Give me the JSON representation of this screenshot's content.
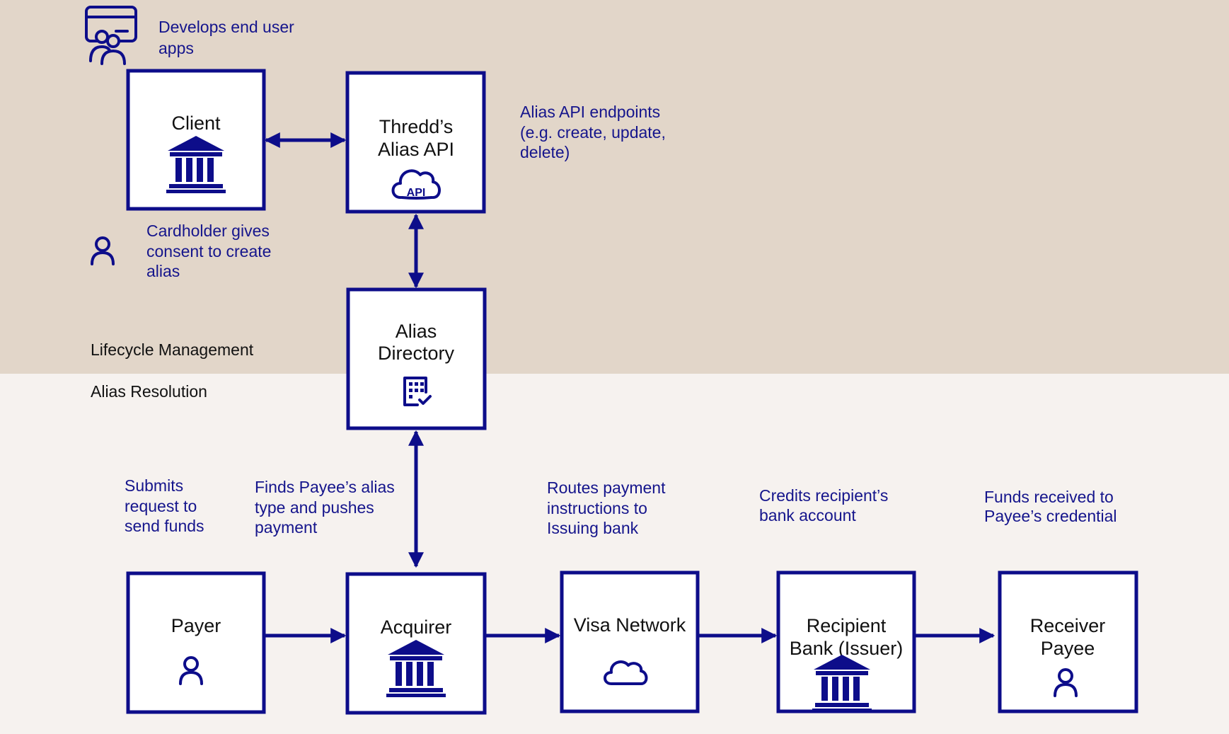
{
  "zones": {
    "top": "Lifecycle Management",
    "bottom": "Alias Resolution"
  },
  "nodes": {
    "client": {
      "lines": [
        "Client"
      ],
      "icon": "bank-icon"
    },
    "alias_api": {
      "lines": [
        "Thredd’s",
        "Alias API"
      ],
      "icon": "cloud-api-icon"
    },
    "alias_directory": {
      "lines": [
        "Alias",
        "Directory"
      ],
      "icon": "building-check-icon"
    },
    "payer": {
      "lines": [
        "Payer"
      ],
      "icon": "person-icon"
    },
    "acquirer": {
      "lines": [
        "Acquirer"
      ],
      "icon": "bank-icon"
    },
    "visa_network": {
      "lines": [
        "Visa Network"
      ],
      "icon": "cloud-icon"
    },
    "recipient_bank": {
      "lines": [
        "Recipient",
        "Bank (Issuer)"
      ],
      "icon": "bank-icon"
    },
    "receiver_payee": {
      "lines": [
        "Receiver",
        "Payee"
      ],
      "icon": "person-icon"
    }
  },
  "notes": {
    "develops": [
      "Develops end user",
      "apps"
    ],
    "alias_endpoints": [
      "Alias API endpoints",
      "(e.g. create, update,",
      "delete)"
    ],
    "cardholder_consent": [
      "Cardholder gives",
      "consent to create",
      "alias"
    ],
    "submits": [
      "Submits",
      "request to",
      "send funds"
    ],
    "finds_alias": [
      "Finds Payee’s alias",
      "type and pushes",
      "payment"
    ],
    "routes": [
      "Routes payment",
      "instructions to",
      "Issuing bank"
    ],
    "credits": [
      "Credits recipient’s",
      "bank account"
    ],
    "funds_received": [
      "Funds received to",
      "Payee’s credential"
    ]
  },
  "icons": {
    "developer": "developer-card-icon",
    "cardholder": "person-icon"
  },
  "colors": {
    "accent": "#0d0d8a",
    "note_text": "#15158c",
    "band_top": "#e2d6c9",
    "band_bottom": "#f6f2ef"
  }
}
